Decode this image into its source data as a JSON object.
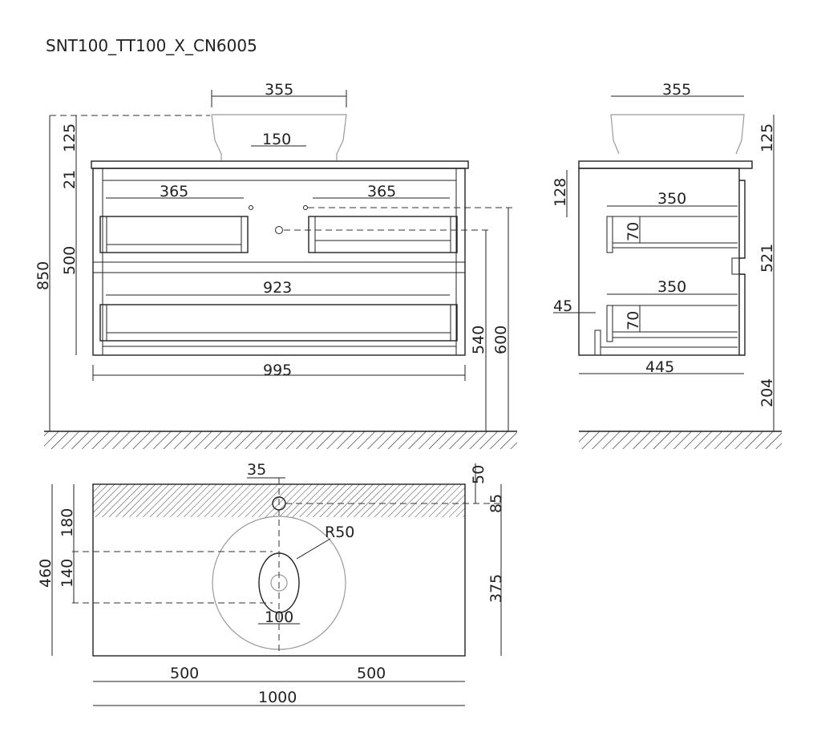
{
  "title": "SNT100_TT100_X_CN6005",
  "front_view": {
    "basin_width": "355",
    "drain_width": "150",
    "basin_height": "125",
    "top_thickness": "21",
    "body_height": "500",
    "total_height": "850",
    "drawer_left_width": "365",
    "drawer_right_width": "365",
    "drawer_bottom_width": "923",
    "body_width": "995",
    "drain_height": "540",
    "tap_height": "600"
  },
  "side_view": {
    "basin_width": "355",
    "basin_height": "125",
    "top_offset": "128",
    "drawer_top_depth": "350",
    "drawer_top_height": "70",
    "drawer_bottom_depth": "350",
    "drawer_bottom_height": "70",
    "plinth_offset": "45",
    "body_depth": "445",
    "body_height": "521",
    "leg_height": "204"
  },
  "top_view": {
    "hole_diameter": "35",
    "hole_edge": "50",
    "hole_center": "85",
    "radius": "R50",
    "front_zone": "180",
    "drain_oval": "140",
    "total_depth": "460",
    "basin_depth": "375",
    "drain_width": "100",
    "half_left": "500",
    "half_right": "500",
    "total_width": "1000"
  }
}
